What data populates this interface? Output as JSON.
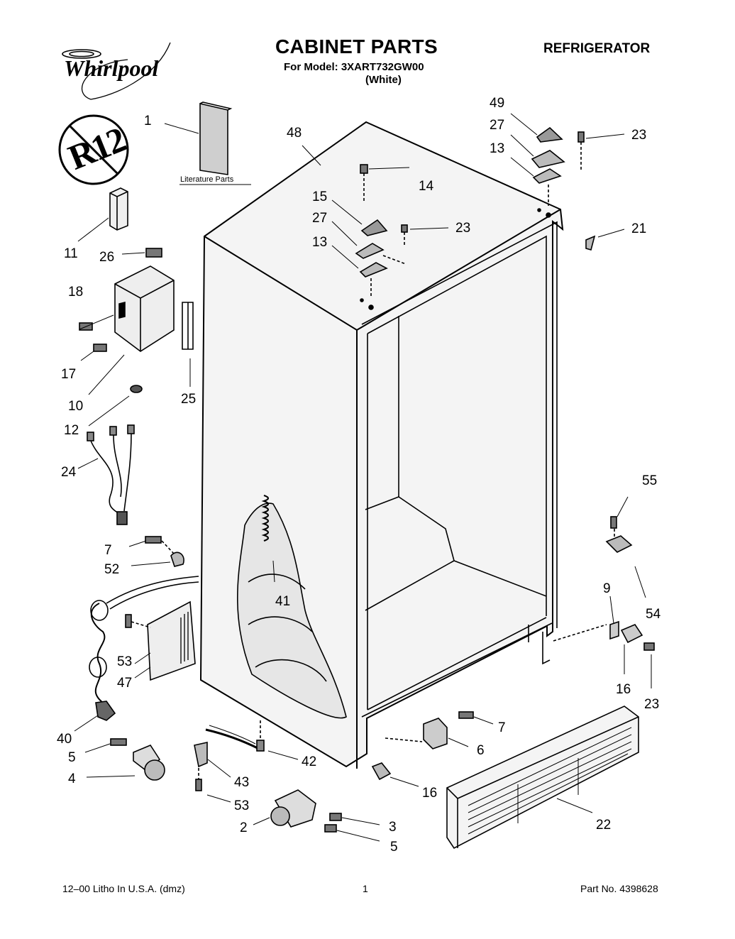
{
  "header": {
    "brand": "Whirlpool",
    "title": "CABINET PARTS",
    "model_line": "For Model: 3XART732GW00",
    "color_line": "(White)",
    "appliance": "REFRIGERATOR"
  },
  "badge": {
    "text": "R12",
    "icon": "no-r12-symbol-icon"
  },
  "literature_label": "Literature Parts",
  "footer": {
    "left": "12–00 Litho In U.S.A. (dmz)",
    "center": "1",
    "right": "Part No. 4398628"
  },
  "callouts": [
    "1",
    "48",
    "49",
    "27",
    "13",
    "23",
    "14",
    "15",
    "27",
    "13",
    "23",
    "21",
    "11",
    "26",
    "18",
    "17",
    "10",
    "25",
    "12",
    "24",
    "55",
    "7",
    "52",
    "41",
    "9",
    "54",
    "53",
    "47",
    "16",
    "23",
    "40",
    "7",
    "6",
    "5",
    "4",
    "42",
    "43",
    "16",
    "53",
    "22",
    "2",
    "3",
    "5"
  ]
}
